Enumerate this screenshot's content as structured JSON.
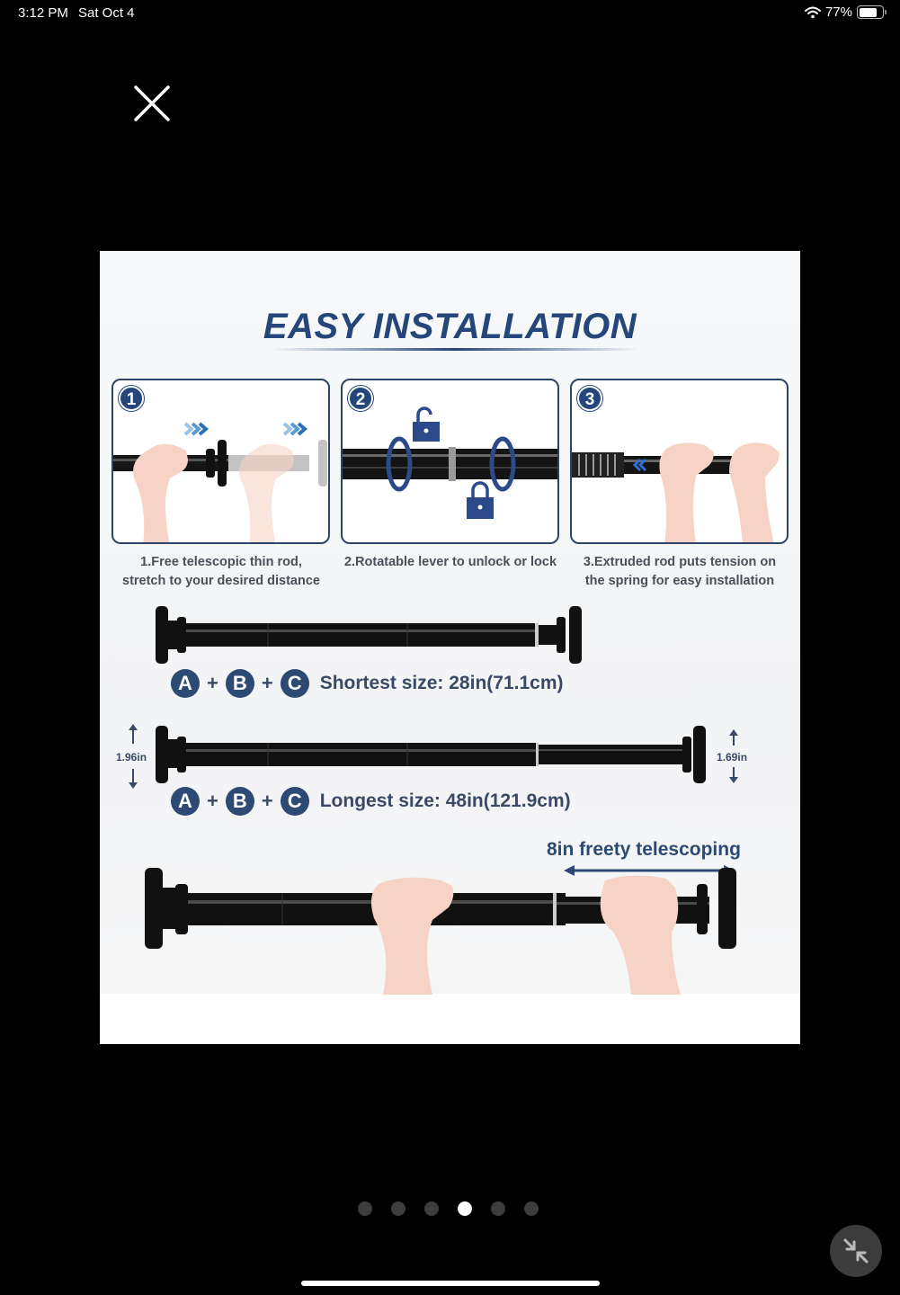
{
  "status_bar": {
    "time": "3:12 PM",
    "date": "Sat Oct 4",
    "wifi_icon": "wifi-icon",
    "battery_percent": "77%",
    "battery_icon": "battery-icon"
  },
  "viewer": {
    "close_icon": "close-icon",
    "collapse_icon": "collapse-arrows-icon",
    "page_count": 6,
    "active_page": 4
  },
  "product_image": {
    "title": "EASY INSTALLATION",
    "steps": [
      {
        "number": "1",
        "caption_line1": "1.Free telescopic thin rod,",
        "caption_line2": "stretch to your desired distance"
      },
      {
        "number": "2",
        "caption_line1": "2.Rotatable lever to unlock or lock",
        "caption_line2": ""
      },
      {
        "number": "3",
        "caption_line1": "3.Extruded rod puts tension on",
        "caption_line2": "the spring for easy installation"
      }
    ],
    "parts": [
      "A",
      "B",
      "C"
    ],
    "plus": "+",
    "shortest_size": "Shortest size: 28in(71.1cm)",
    "longest_size": "Longest size: 48in(121.9cm)",
    "left_diameter": "1.96in",
    "right_diameter": "1.69in",
    "telescoping_label": "8in freety telescoping",
    "colors": {
      "brand_blue": "#24467a",
      "rod_black": "#111111",
      "caption_gray": "#4a4f58"
    }
  }
}
